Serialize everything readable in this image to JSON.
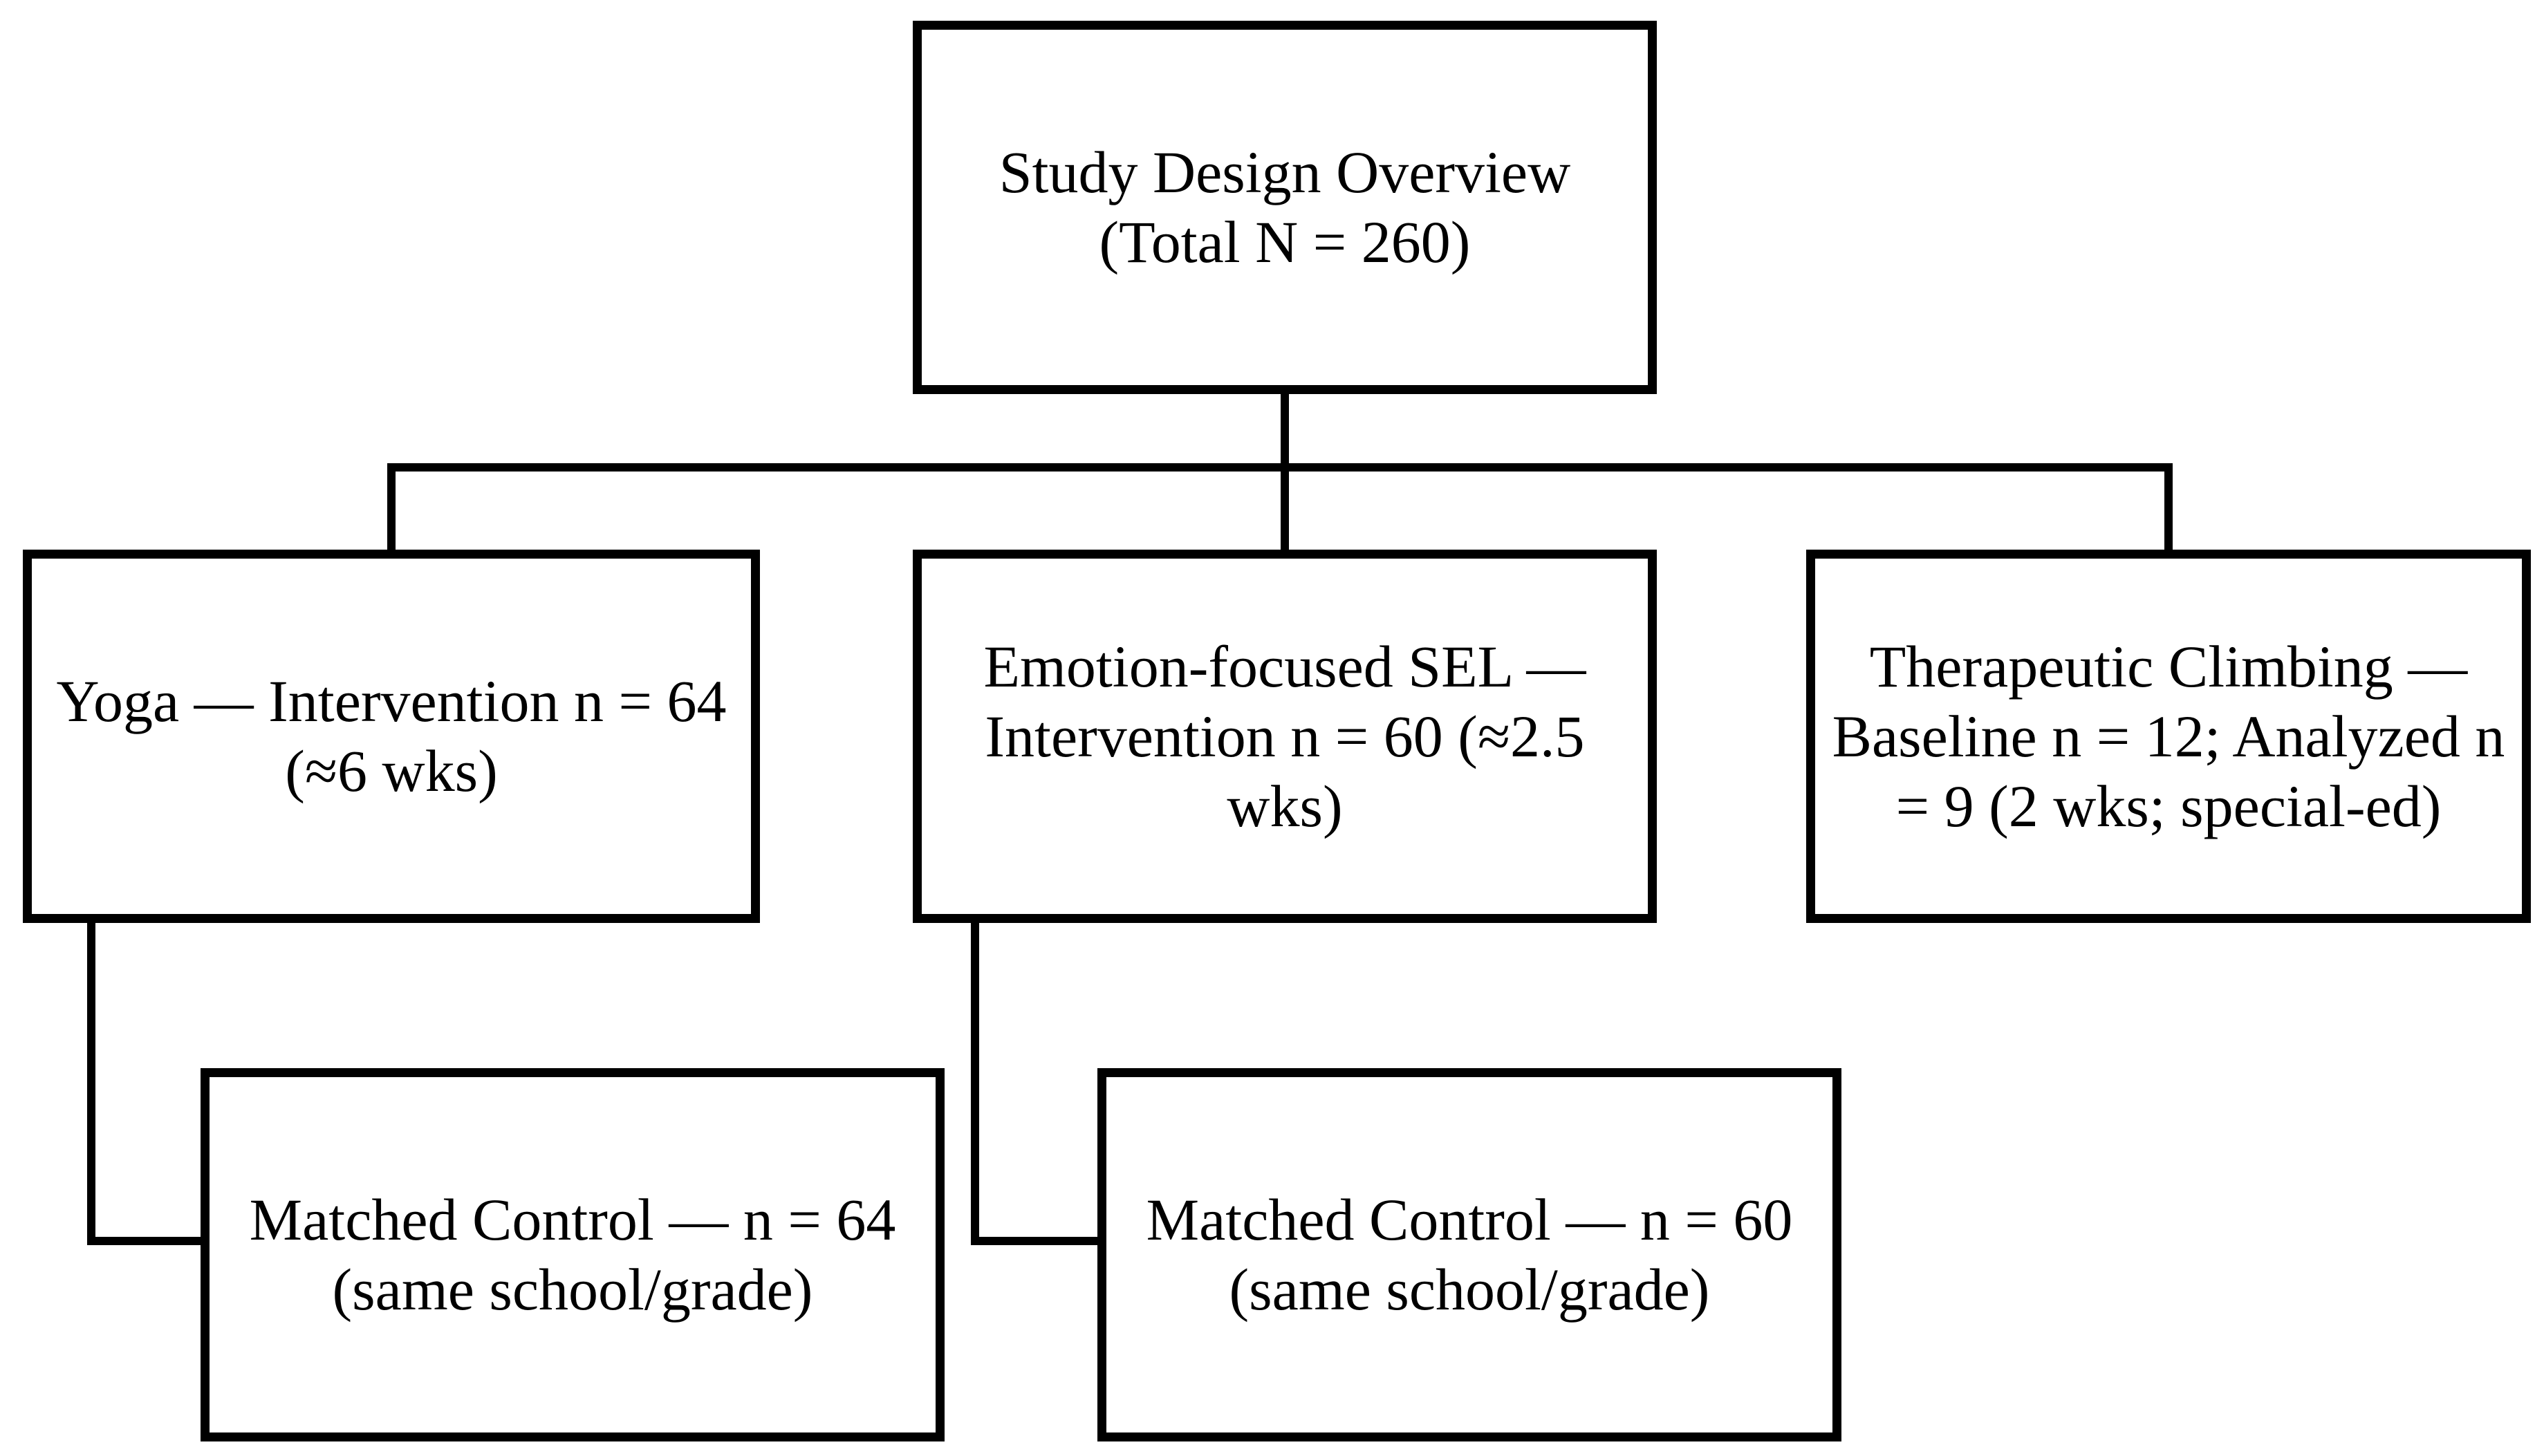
{
  "figure": {
    "type": "flowchart",
    "title": "Study Design Overview",
    "background_color": "#ffffff",
    "line_color": "#000000",
    "text_color": "#000000",
    "nodes": {
      "overview": {
        "label": "Study Design Overview (Total N = 260)",
        "lines": [
          "Study Design Overview",
          "(Total N = 260)"
        ]
      },
      "yoga": {
        "label": "Yoga — Intervention n = 64 (≈6 wks)",
        "lines": [
          "Yoga — Intervention n = 64",
          "(≈6 wks)"
        ]
      },
      "sel": {
        "label": "Emotion-focused SEL — Intervention n = 60 (≈2.5 wks)",
        "lines": [
          "Emotion-focused SEL —",
          "Intervention n = 60 (≈2.5",
          "wks)"
        ]
      },
      "climbing": {
        "label": "Therapeutic Climbing — Baseline n = 12; Analyzed n = 9 (2 wks; special-ed)",
        "lines": [
          "Therapeutic Climbing —",
          "Baseline n = 12; Analyzed n",
          "= 9 (2 wks; special-ed)"
        ]
      },
      "yoga_control": {
        "label": "Matched Control — n = 64 (same school/grade)",
        "lines": [
          "Matched Control — n = 64",
          "(same school/grade)"
        ]
      },
      "sel_control": {
        "label": "Matched Control — n = 60 (same school/grade)",
        "lines": [
          "Matched Control — n = 60",
          "(same school/grade)"
        ]
      }
    },
    "edges": [
      {
        "from": "overview",
        "to": "yoga"
      },
      {
        "from": "overview",
        "to": "sel"
      },
      {
        "from": "overview",
        "to": "climbing"
      },
      {
        "from": "yoga",
        "to": "yoga_control"
      },
      {
        "from": "sel",
        "to": "sel_control"
      }
    ]
  }
}
